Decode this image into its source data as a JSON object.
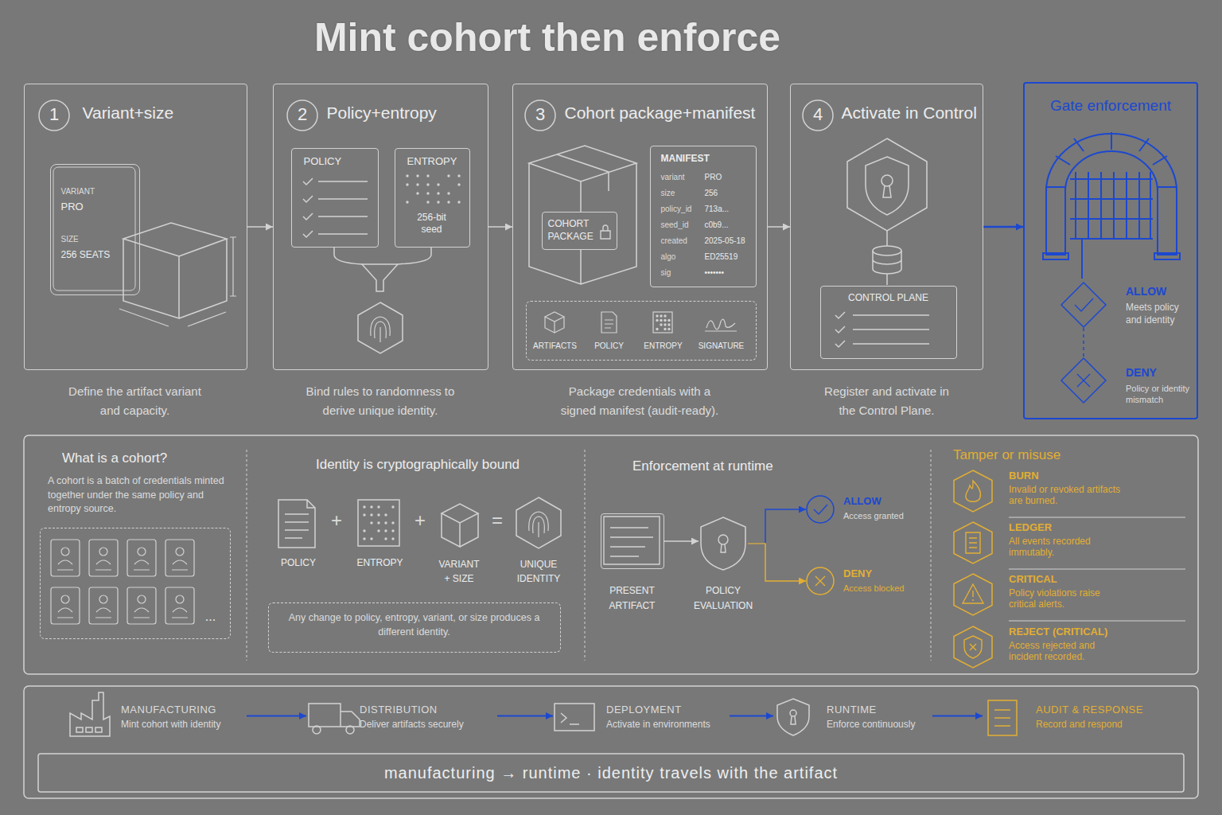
{
  "diagram": {
    "title": "Mint cohort then enforce",
    "caption": "manufacturing → runtime · identity travels with the artifact",
    "nodes": [
      {
        "text": [
          "Variant+size",
          "Define the artifact variant and capacity."
        ]
      },
      {
        "text": [
          "1"
        ],
        "in": 0
      },
      {
        "text": [
          "VARIANT",
          "PRO",
          "SIZE",
          "256 SEATS"
        ],
        "in": 0
      },
      {
        "text": [
          "Policy+entropy",
          "Bind rules to randomness to derive unique identity."
        ]
      },
      {
        "text": [
          "2"
        ],
        "in": 3
      },
      {
        "text": [
          "POLICY"
        ],
        "in": 3
      },
      {
        "text": [
          "ENTROPY",
          "256-bit seed"
        ],
        "in": 3
      },
      {
        "text": [
          "Cohort package+manifest",
          "Package credentials with a signed manifest (audit-ready)."
        ]
      },
      {
        "text": [
          "3"
        ],
        "in": 7
      },
      {
        "text": [
          "COHORT PACKAGE"
        ],
        "in": 7
      },
      {
        "text": [
          "MANIFEST",
          "variant",
          "PRO",
          "size",
          "256",
          "policy_id",
          "713a...",
          "seed_id",
          "c0b9...",
          "created",
          "2025-05-18",
          "algo",
          "ED25519",
          "sig",
          "•••••••"
        ],
        "in": 7
      },
      {
        "text": [
          "ARTIFACTS",
          "POLICY",
          "ENTROPY",
          "SIGNATURE"
        ],
        "in": 7
      },
      {
        "text": [
          "Activate in Control",
          "Register and activate in the Control Plane."
        ]
      },
      {
        "text": [
          "4"
        ],
        "in": 12
      },
      {
        "text": [
          "CONTROL PLANE"
        ],
        "in": 12
      },
      {
        "text": [
          "Gate enforcement"
        ]
      },
      {
        "text": [
          "ALLOW",
          "Meets policy and identity"
        ],
        "in": 15
      },
      {
        "text": [
          "DENY",
          "Policy or identity mismatch"
        ],
        "in": 15
      },
      {
        "text": [
          "What is a cohort?",
          "A cohort is a batch of credentials minted together under the same policy and entropy source."
        ]
      },
      {
        "text": [
          "..."
        ],
        "in": 18
      },
      {
        "text": [
          "Identity is cryptographically bound"
        ]
      },
      {
        "text": [
          "POLICY"
        ],
        "in": 20
      },
      {
        "text": [
          "ENTROPY"
        ],
        "in": 20
      },
      {
        "text": [
          "VARIANT + SIZE"
        ],
        "in": 20
      },
      {
        "text": [
          "UNIQUE IDENTITY"
        ],
        "in": 20
      },
      {
        "text": [
          "Any change to policy, entropy, variant, or size produces a different identity."
        ],
        "in": 20
      },
      {
        "text": [
          "Enforcement at runtime"
        ]
      },
      {
        "text": [
          "PRESENT ARTIFACT"
        ],
        "in": 26
      },
      {
        "text": [
          "POLICY EVALUATION"
        ],
        "in": 26
      },
      {
        "text": [
          "ALLOW",
          "Access granted"
        ],
        "in": 26
      },
      {
        "text": [
          "DENY",
          "Access blocked"
        ],
        "in": 26
      },
      {
        "text": [
          "Tamper or misuse"
        ]
      },
      {
        "text": [
          "BURN",
          "Invalid or revoked artifacts are burned."
        ],
        "in": 31
      },
      {
        "text": [
          "LEDGER",
          "All events recorded immutably."
        ],
        "in": 31
      },
      {
        "text": [
          "CRITICAL",
          "Policy violations raise critical alerts."
        ],
        "in": 31
      },
      {
        "text": [
          "REJECT (CRITICAL)",
          "Access rejected and incident recorded."
        ],
        "in": 31
      },
      {
        "text": [
          "MANUFACTURING",
          "Mint cohort with identity"
        ]
      },
      {
        "text": [
          "DISTRIBUTION",
          "Deliver artifacts securely"
        ]
      },
      {
        "text": [
          "DEPLOYMENT",
          "Activate in environments"
        ]
      },
      {
        "text": [
          "RUNTIME",
          "Enforce continuously"
        ]
      },
      {
        "text": [
          "AUDIT & RESPONSE",
          "Record and respond"
        ]
      }
    ],
    "edges": [
      {
        "from": 0,
        "to": 3,
        "arrow": "to"
      },
      {
        "from": 3,
        "to": 7,
        "arrow": "to"
      },
      {
        "from": 7,
        "to": 12,
        "arrow": "to"
      },
      {
        "from": 12,
        "to": 15,
        "arrow": "to"
      },
      {
        "from": 16,
        "to": 17,
        "arrow": "none"
      },
      {
        "from": 27,
        "to": 28,
        "arrow": "to"
      },
      {
        "from": 28,
        "to": 29,
        "arrow": "to"
      },
      {
        "from": 28,
        "to": 30,
        "arrow": "to"
      },
      {
        "from": 36,
        "to": 37,
        "arrow": "to"
      },
      {
        "from": 37,
        "to": 38,
        "arrow": "to"
      },
      {
        "from": 38,
        "to": 39,
        "arrow": "to"
      },
      {
        "from": 39,
        "to": 40,
        "arrow": "to"
      }
    ],
    "labels": [
      "+",
      "+",
      "="
    ]
  }
}
